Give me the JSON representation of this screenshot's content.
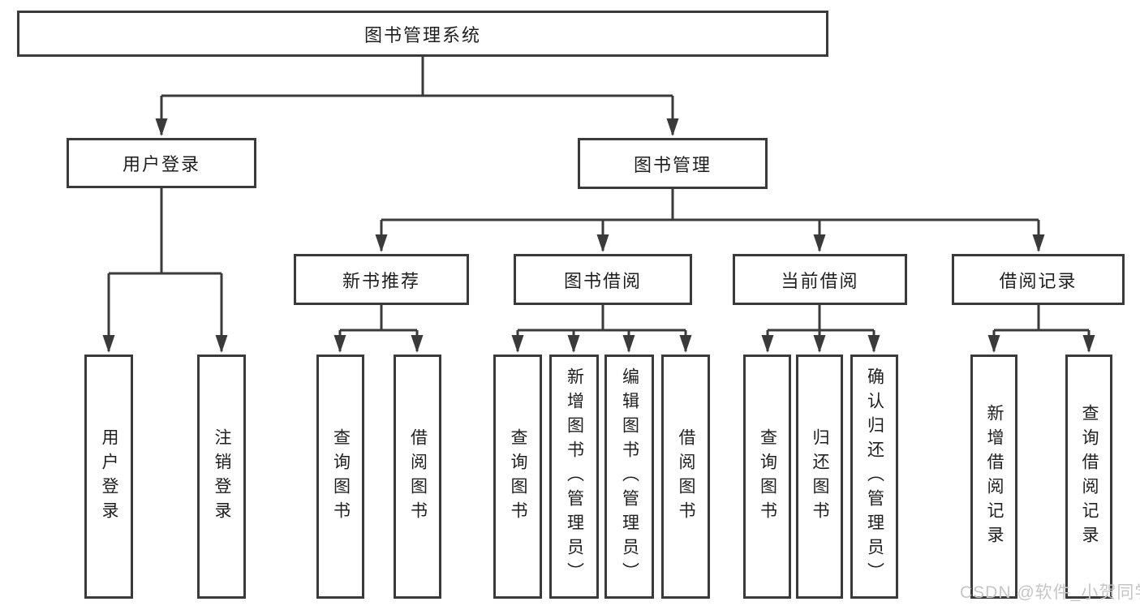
{
  "diagram": {
    "type": "hierarchy-tree",
    "tree": {
      "root": {
        "label": "图书管理系统"
      },
      "children": [
        {
          "label": "用户登录",
          "children": [
            {
              "label": "用户登录"
            },
            {
              "label": "注销登录"
            }
          ]
        },
        {
          "label": "图书管理",
          "children": [
            {
              "label": "新书推荐",
              "children": [
                {
                  "label": "查询图书"
                },
                {
                  "label": "借阅图书"
                }
              ]
            },
            {
              "label": "图书借阅",
              "children": [
                {
                  "label": "查询图书"
                },
                {
                  "label": "新增图书（管理员）"
                },
                {
                  "label": "编辑图书（管理员）"
                },
                {
                  "label": "借阅图书"
                }
              ]
            },
            {
              "label": "当前借阅",
              "children": [
                {
                  "label": "查询图书"
                },
                {
                  "label": "归还图书"
                },
                {
                  "label": "确认归还（管理员）"
                }
              ]
            },
            {
              "label": "借阅记录",
              "children": [
                {
                  "label": "新增借阅记录"
                },
                {
                  "label": "查询借阅记录"
                }
              ]
            }
          ]
        }
      ]
    },
    "colors": {
      "line": "#3a3a3a",
      "text": "#1f1f1f",
      "box_background": "#ffffff",
      "watermark": "#c6c6c6"
    }
  },
  "watermark": {
    "text": "CSDN @软件_小贺同学"
  }
}
